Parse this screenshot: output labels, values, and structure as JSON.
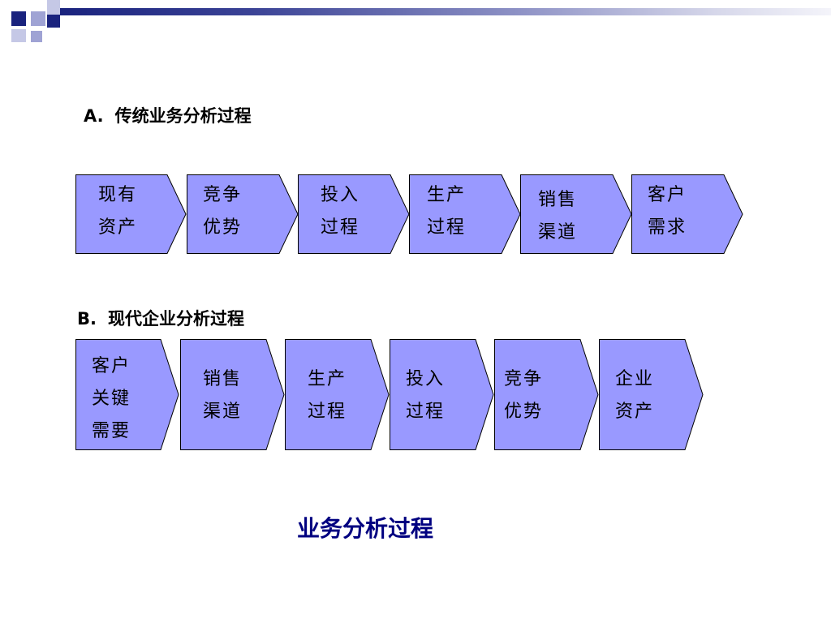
{
  "header": {
    "accent_color": "#1a237e",
    "light_color": "#9fa3d4"
  },
  "flow_a": {
    "letter": "A.",
    "title": "传统业务分析过程",
    "steps": [
      {
        "lines": [
          "现有",
          "资产"
        ]
      },
      {
        "lines": [
          "竞争",
          "优势"
        ]
      },
      {
        "lines": [
          "投入",
          "过程"
        ]
      },
      {
        "lines": [
          "生产",
          "过程"
        ]
      },
      {
        "lines": [
          "销售",
          "渠道"
        ]
      },
      {
        "lines": [
          "客户",
          "需求"
        ]
      }
    ]
  },
  "flow_b": {
    "letter": "B.",
    "title": "现代企业分析过程",
    "steps": [
      {
        "lines": [
          "客户",
          "关键",
          "需要"
        ]
      },
      {
        "lines": [
          "销售",
          "渠道"
        ]
      },
      {
        "lines": [
          "生产",
          "过程"
        ]
      },
      {
        "lines": [
          "投入",
          "过程"
        ]
      },
      {
        "lines": [
          "竞争",
          "优势"
        ]
      },
      {
        "lines": [
          "企业",
          "资产"
        ]
      }
    ]
  },
  "chevron_fill": "#9999ff",
  "caption": "业务分析过程"
}
